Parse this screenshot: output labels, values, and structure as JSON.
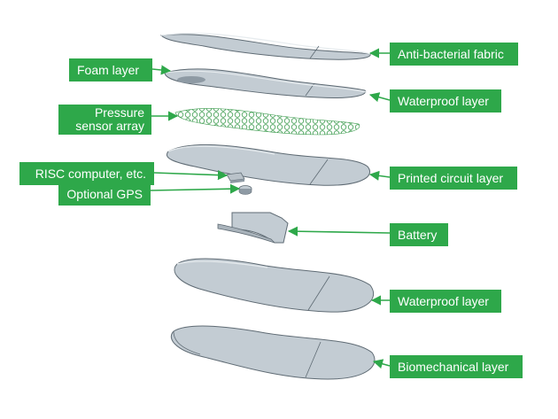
{
  "labels": {
    "anti_bacterial_fabric": "Anti-bacterial fabric",
    "foam_layer": "Foam layer",
    "waterproof_layer_top": "Waterproof layer",
    "pressure_sensor_array": "Pressure\nsensor array",
    "risc_computer": "RISC computer, etc.",
    "optional_gps": "Optional GPS",
    "printed_circuit_layer": "Printed circuit layer",
    "battery": "Battery",
    "waterproof_layer_bottom": "Waterproof layer",
    "biomechanical_layer": "Biomechanical layer"
  },
  "colors": {
    "label_green": "#2ea84a",
    "arrow_green": "#2ea84a",
    "layer_fill": "#c3ccd3",
    "layer_top": "#d8dfe4",
    "layer_edge": "#5f6b74",
    "sensor_green": "#3a9a4c"
  }
}
